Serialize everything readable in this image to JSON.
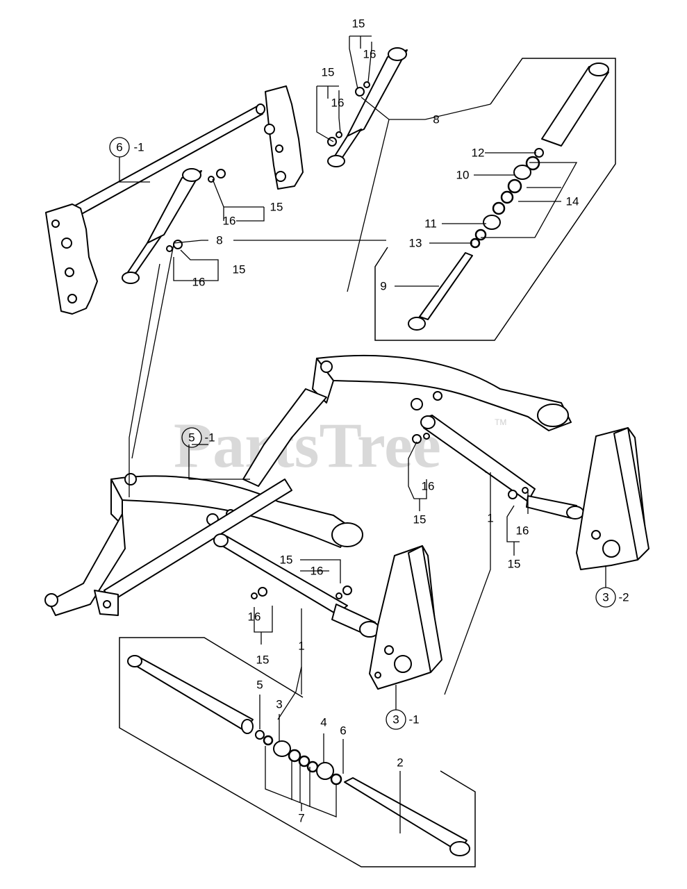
{
  "watermark": {
    "text": "PartsTree",
    "trademark": "TM"
  },
  "callouts": [
    {
      "id": "c1",
      "text": "15"
    },
    {
      "id": "c2",
      "text": "16"
    },
    {
      "id": "c3",
      "text": "15"
    },
    {
      "id": "c4",
      "text": "16"
    },
    {
      "id": "c5",
      "text": "8"
    },
    {
      "id": "c6",
      "text": "6"
    },
    {
      "id": "c7",
      "text": "-1"
    },
    {
      "id": "c8",
      "text": "16"
    },
    {
      "id": "c9",
      "text": "15"
    },
    {
      "id": "c10",
      "text": "8"
    },
    {
      "id": "c11",
      "text": "16"
    },
    {
      "id": "c12",
      "text": "15"
    },
    {
      "id": "c13",
      "text": "12"
    },
    {
      "id": "c14",
      "text": "10"
    },
    {
      "id": "c15",
      "text": "14"
    },
    {
      "id": "c16",
      "text": "11"
    },
    {
      "id": "c17",
      "text": "13"
    },
    {
      "id": "c18",
      "text": "9"
    },
    {
      "id": "c19",
      "text": "5"
    },
    {
      "id": "c20",
      "text": "-1"
    },
    {
      "id": "c21",
      "text": "16"
    },
    {
      "id": "c22",
      "text": "15"
    },
    {
      "id": "c23",
      "text": "1"
    },
    {
      "id": "c24",
      "text": "16"
    },
    {
      "id": "c25",
      "text": "15"
    },
    {
      "id": "c26",
      "text": "3"
    },
    {
      "id": "c27",
      "text": "-2"
    },
    {
      "id": "c28",
      "text": "15"
    },
    {
      "id": "c29",
      "text": "16"
    },
    {
      "id": "c30",
      "text": "16"
    },
    {
      "id": "c31",
      "text": "15"
    },
    {
      "id": "c32",
      "text": "1"
    },
    {
      "id": "c33",
      "text": "3"
    },
    {
      "id": "c34",
      "text": "-1"
    },
    {
      "id": "c35",
      "text": "5"
    },
    {
      "id": "c36",
      "text": "3"
    },
    {
      "id": "c37",
      "text": "4"
    },
    {
      "id": "c38",
      "text": "6"
    },
    {
      "id": "c39",
      "text": "2"
    },
    {
      "id": "c40",
      "text": "7"
    }
  ]
}
